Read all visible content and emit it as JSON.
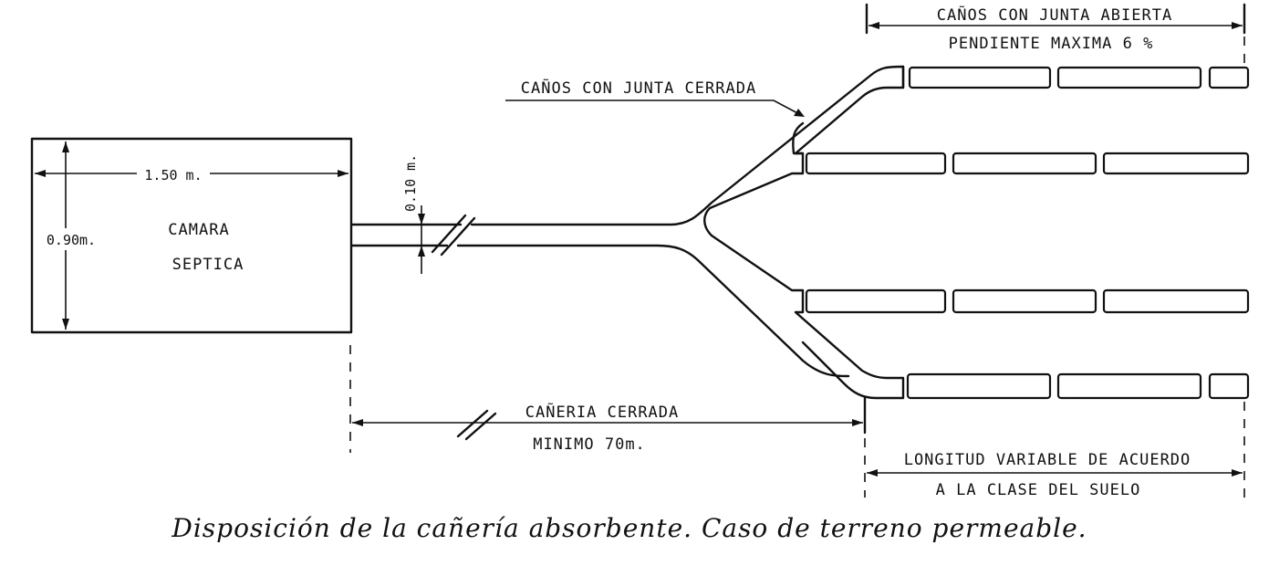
{
  "labels": {
    "open_joint_pipes": "CAÑOS CON JUNTA ABIERTA",
    "max_slope": "PENDIENTE MAXIMA 6 %",
    "closed_joint_pipes": "CAÑOS CON JUNTA CERRADA",
    "chamber_length": "1.50 m.",
    "chamber_width": "0.90m.",
    "chamber_name_line1": "CAMARA",
    "chamber_name_line2": "SEPTICA",
    "pipe_diameter": "0.10 m.",
    "closed_pipe": "CAÑERIA CERRADA",
    "minimum_distance": "MINIMO 70m.",
    "variable_length_line1": "LONGITUD VARIABLE DE ACUERDO",
    "variable_length_line2": "A LA CLASE DEL SUELO"
  },
  "caption": "Disposición de la cañería absorbente. Caso de terreno permeable."
}
